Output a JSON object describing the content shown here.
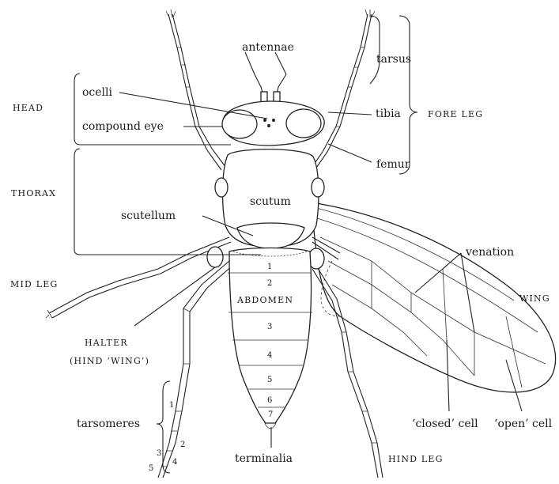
{
  "labels": {
    "antennae": "antennae",
    "ocelli": "ocelli",
    "compound_eye": "compound eye",
    "tarsus": "tarsus",
    "tibia": "tibia",
    "fore_leg": "FORE LEG",
    "femur": "femur",
    "head": "HEAD",
    "thorax": "THORAX",
    "scutum": "scutum",
    "scutellum": "scutellum",
    "venation": "venation",
    "mid_leg": "MID LEG",
    "wing": "WING",
    "abdomen": "ABDOMEN",
    "halter": "HALTER",
    "hind_wing": "(HIND ‘WING’)",
    "tarsomeres": "tarsomeres",
    "closed_cell": "‘closed’ cell",
    "open_cell": "‘open’ cell",
    "terminalia": "terminalia",
    "hind_leg": "HIND LEG"
  },
  "abdomen_segments": [
    "1",
    "2",
    "3",
    "4",
    "5",
    "6",
    "7"
  ],
  "tarsomere_numbers": [
    "1",
    "2",
    "3",
    "4",
    "5"
  ]
}
